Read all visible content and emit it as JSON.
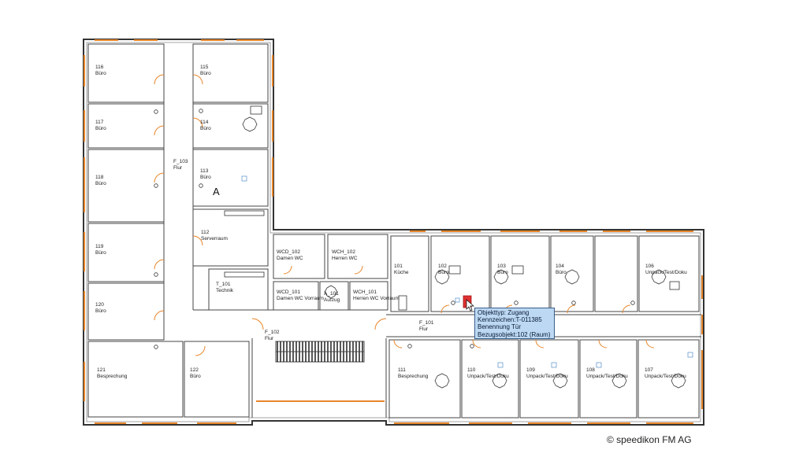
{
  "rooms": [
    {
      "id": "r116",
      "number": "116",
      "name": "Büro"
    },
    {
      "id": "r117",
      "number": "117",
      "name": "Büro"
    },
    {
      "id": "r118",
      "number": "118",
      "name": "Büro"
    },
    {
      "id": "r119",
      "number": "119",
      "name": "Büro"
    },
    {
      "id": "r120",
      "number": "120",
      "name": "Büro"
    },
    {
      "id": "r121",
      "number": "121",
      "name": "Besprechung"
    },
    {
      "id": "r122",
      "number": "122",
      "name": "Büro"
    },
    {
      "id": "r115",
      "number": "115",
      "name": "Büro"
    },
    {
      "id": "r114",
      "number": "114",
      "name": "Büro"
    },
    {
      "id": "r113",
      "number": "113",
      "name": "Büro"
    },
    {
      "id": "r112",
      "number": "112",
      "name": "Serverraum"
    },
    {
      "id": "t101",
      "number": "T_101",
      "name": "Technik"
    },
    {
      "id": "f103",
      "number": "F_103",
      "name": "Flur"
    },
    {
      "id": "f102",
      "number": "F_102",
      "name": "Flur"
    },
    {
      "id": "f101",
      "number": "F_101",
      "name": "Flur"
    },
    {
      "id": "wcd102",
      "number": "WCD_102",
      "name": "Damen WC"
    },
    {
      "id": "wch102",
      "number": "WCH_102",
      "name": "Herren WC"
    },
    {
      "id": "wcd101",
      "number": "WCD_101",
      "name": "Damen WC Vorraum"
    },
    {
      "id": "a101",
      "number": "A_101",
      "name": "Aufzug"
    },
    {
      "id": "wch101",
      "number": "WCH_101",
      "name": "Herren WC Vorraum"
    },
    {
      "id": "r101",
      "number": "101",
      "name": "Küche"
    },
    {
      "id": "r102",
      "number": "102",
      "name": "Büro"
    },
    {
      "id": "r103",
      "number": "103",
      "name": "Büro"
    },
    {
      "id": "r104",
      "number": "104",
      "name": "Büro"
    },
    {
      "id": "r106",
      "number": "106",
      "name": "Unpack/Test/Doku"
    },
    {
      "id": "r111",
      "number": "111",
      "name": "Besprechung"
    },
    {
      "id": "r110",
      "number": "110",
      "name": "Unpack/Test/Doku"
    },
    {
      "id": "r109",
      "number": "109",
      "name": "Unpack/Test/Doku"
    },
    {
      "id": "r108",
      "number": "108",
      "name": "Unpack/Test/Doku"
    },
    {
      "id": "r107",
      "number": "107",
      "name": "Unpack/Test/Doku"
    }
  ],
  "marker_label": "A",
  "tooltip": {
    "line1": "Objekttyp: Zugang",
    "line2": "Kennzeichen:T-011385",
    "line3": "Benennung Tür",
    "line4": "Bezugsobjekt:102 (Raum)"
  },
  "copyright": "© speedikon FM AG",
  "colors": {
    "wall": "#333333",
    "window": "#e8862a",
    "selected_door": "#e03030",
    "tooltip_bg": "#bcd8f3"
  }
}
